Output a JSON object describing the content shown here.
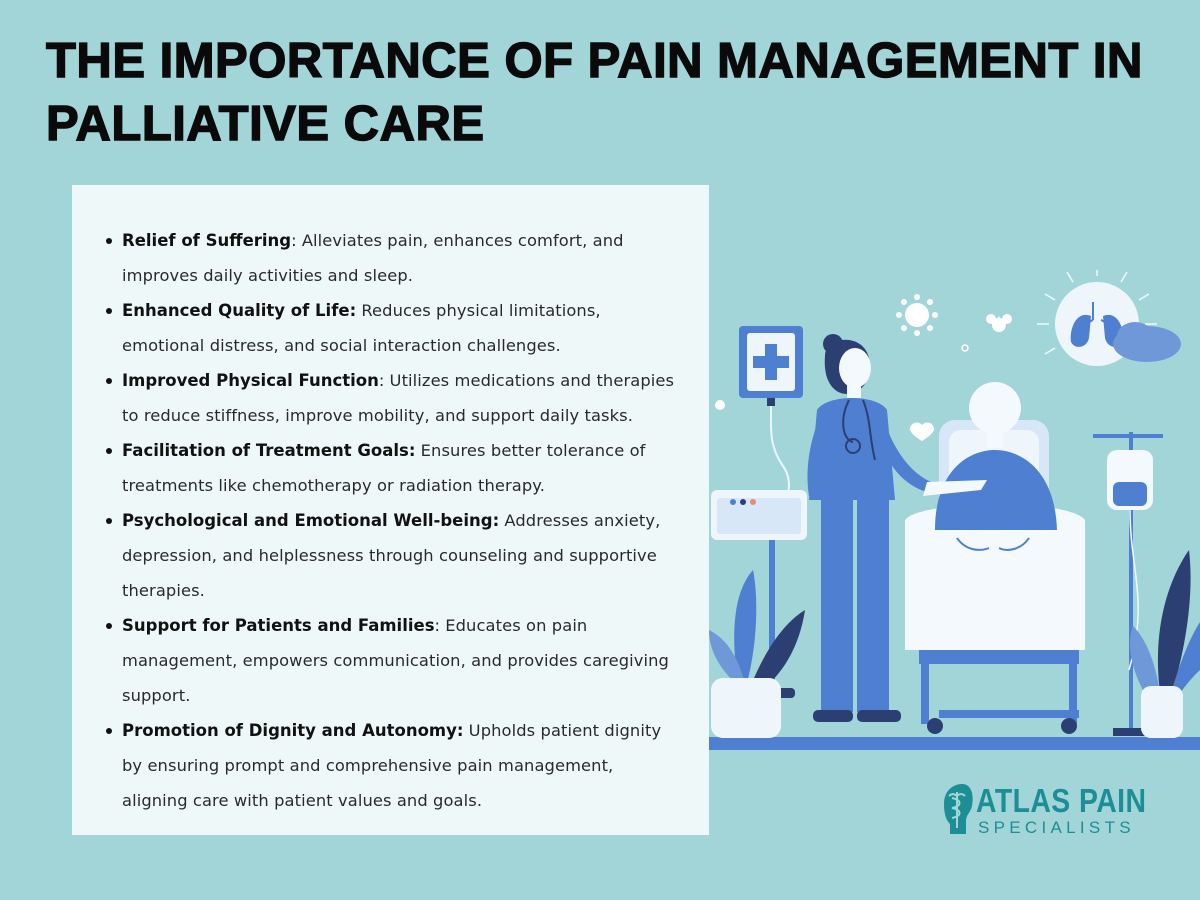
{
  "page": {
    "title": "THE IMPORTANCE OF PAIN MANAGEMENT IN PALLIATIVE CARE",
    "background_color": "#a2d5d8",
    "card_color": "#eff8f9"
  },
  "benefits": [
    {
      "term": "Relief of Suffering",
      "sep": ":",
      "term_bold_colon": false,
      "desc": "Alleviates pain, enhances comfort, and improves daily activities and sleep."
    },
    {
      "term": "Enhanced Quality of Life:",
      "sep": "",
      "term_bold_colon": true,
      "desc": "Reduces physical limitations, emotional distress, and social interaction challenges."
    },
    {
      "term": "Improved Physical Function",
      "sep": ":",
      "term_bold_colon": false,
      "desc": "Utilizes medications and therapies to reduce stiffness, improve mobility, and support daily tasks."
    },
    {
      "term": "Facilitation of Treatment Goals:",
      "sep": "",
      "term_bold_colon": true,
      "desc": "Ensures better tolerance of treatments like chemotherapy or radiation therapy."
    },
    {
      "term": "Psychological and Emotional Well-being:",
      "sep": "",
      "term_bold_colon": true,
      "desc": "Addresses anxiety, depression, and helplessness through counseling and supportive therapies."
    },
    {
      "term": "Support for Patients and Families",
      "sep": ":",
      "term_bold_colon": false,
      "desc": "Educates on pain management, empowers communication, and provides caregiving support."
    },
    {
      "term": "Promotion of Dignity and Autonomy:",
      "sep": "",
      "term_bold_colon": true,
      "desc": "Upholds patient dignity by ensuring prompt and comprehensive pain management, aligning care with patient values and goals."
    }
  ],
  "logo": {
    "main": "ATLAS PAIN",
    "sub": "SPECIALISTS",
    "color": "#1d8e96",
    "icon": "caduceus-head-icon"
  },
  "illustration": {
    "description_icons": [
      "nurse-figure",
      "patient-in-bed",
      "iv-drip-stand",
      "lungs-icon",
      "medical-monitor-icon",
      "tablet-icon",
      "plant-icon",
      "heart-icon",
      "virus-icon"
    ],
    "primary_color": "#4f7fd0",
    "secondary_color": "#2c3f73"
  }
}
